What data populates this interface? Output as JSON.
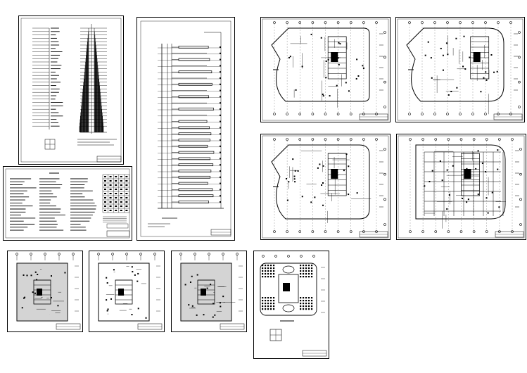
{
  "drawing_set": {
    "background_color": "#ffffff",
    "line_color": "#000000",
    "sheets": [
      {
        "id": "riser-system-diagram",
        "kind": "riser"
      },
      {
        "id": "design-notes-legend",
        "kind": "notes"
      },
      {
        "id": "power-riser-diagram",
        "kind": "riser-tall"
      },
      {
        "id": "floor-plan-b1",
        "kind": "podium-plan"
      },
      {
        "id": "floor-plan-b2",
        "kind": "podium-plan"
      },
      {
        "id": "floor-plan-1f",
        "kind": "podium-plan"
      },
      {
        "id": "floor-plan-2f",
        "kind": "podium-grid-plan"
      },
      {
        "id": "tower-plan-a",
        "kind": "tower-plan"
      },
      {
        "id": "tower-plan-b",
        "kind": "tower-plan"
      },
      {
        "id": "tower-plan-c",
        "kind": "tower-plan"
      },
      {
        "id": "roof-plan",
        "kind": "roof-plan"
      }
    ]
  }
}
